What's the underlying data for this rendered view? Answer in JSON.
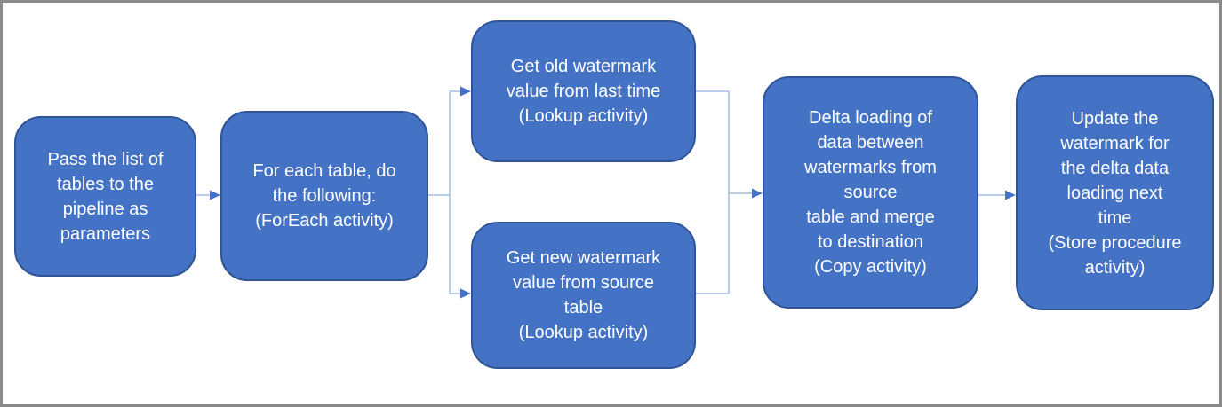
{
  "colors": {
    "node_fill": "#4472C4",
    "node_border": "#2F5597",
    "connector_line": "#A3BBE3",
    "arrowhead": "#4472C4",
    "node_text": "#FFFFFF",
    "frame_border": "#8A8A8A",
    "background": "#FFFFFF"
  },
  "diagram": {
    "type": "flowchart",
    "nodes": [
      {
        "id": "pass-tables",
        "text": "Pass the list of\ntables to the\npipeline as\nparameters"
      },
      {
        "id": "foreach",
        "text": "For each table, do\nthe following:\n(ForEach activity)"
      },
      {
        "id": "old-watermark",
        "text": "Get old watermark\nvalue from last time\n(Lookup activity)"
      },
      {
        "id": "new-watermark",
        "text": "Get new watermark\nvalue from source\ntable\n(Lookup activity)"
      },
      {
        "id": "delta-loading",
        "text": "Delta loading of\ndata between\nwatermarks from\nsource\ntable and merge\nto destination\n(Copy activity)"
      },
      {
        "id": "update-watermark",
        "text": "Update the\nwatermark for\nthe delta data\nloading next\ntime\n(Store procedure\nactivity)"
      }
    ],
    "edges": [
      {
        "from": "pass-tables",
        "to": "foreach"
      },
      {
        "from": "foreach",
        "to": "old-watermark"
      },
      {
        "from": "foreach",
        "to": "new-watermark"
      },
      {
        "from": "old-watermark",
        "to": "delta-loading"
      },
      {
        "from": "new-watermark",
        "to": "delta-loading"
      },
      {
        "from": "delta-loading",
        "to": "update-watermark"
      }
    ]
  }
}
